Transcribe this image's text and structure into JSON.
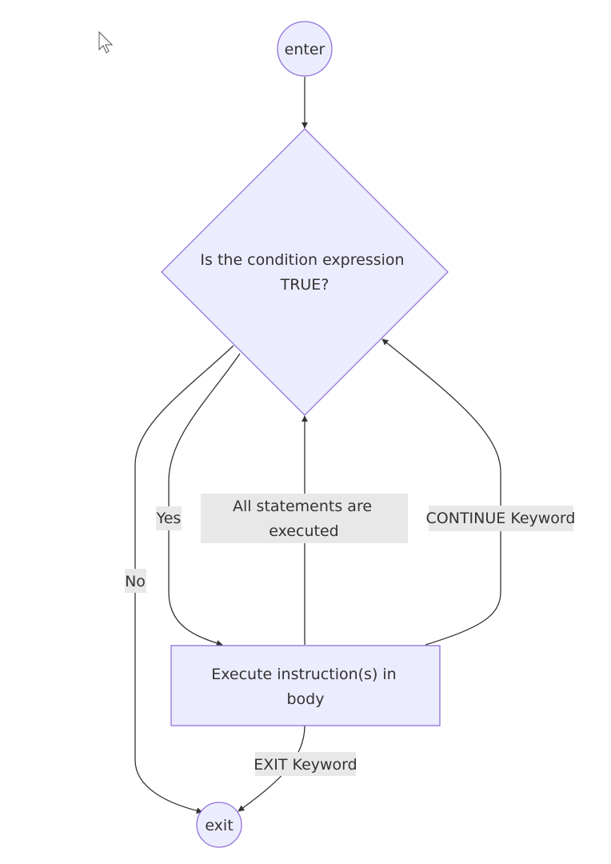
{
  "nodes": {
    "enter": "enter",
    "condition_line1": "Is the condition expression",
    "condition_line2": "TRUE?",
    "body_line1": "Execute instruction(s) in",
    "body_line2": "body",
    "exit": "exit"
  },
  "edge_labels": {
    "yes": "Yes",
    "no": "No",
    "all_executed_line1": "All statements are",
    "all_executed_line2": "executed",
    "continue": "CONTINUE Keyword",
    "exit_keyword": "EXIT Keyword"
  },
  "colors": {
    "node_fill": "#ECECFF",
    "node_stroke": "#9370DB",
    "edge": "#333333",
    "label_bg": "#E8E8E8"
  }
}
